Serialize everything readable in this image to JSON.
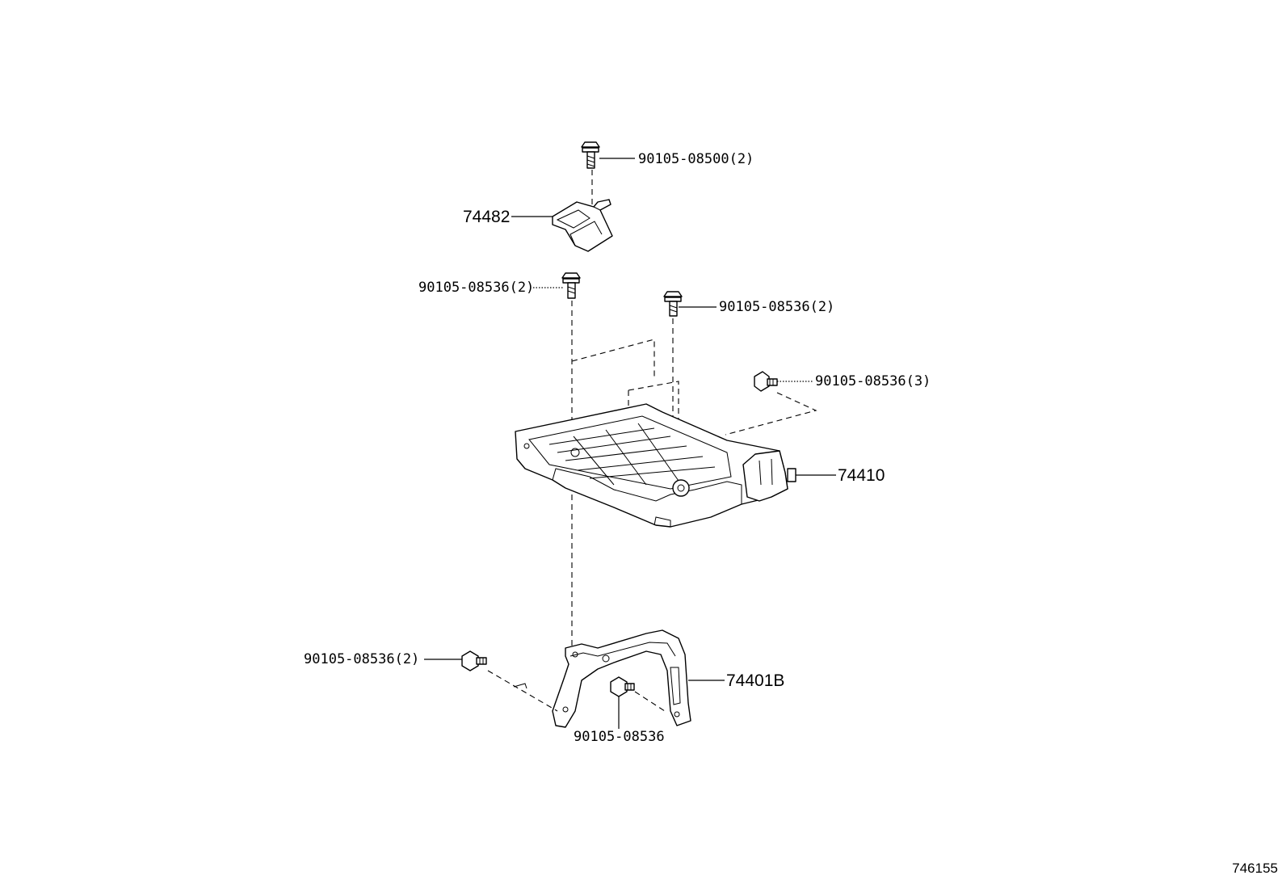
{
  "diagram": {
    "drawing_id": "746155",
    "callouts": {
      "bolt_top": "90105-08500(2)",
      "bracket_top": "74482",
      "bolt_left_mid": "90105-08536(2)",
      "bolt_center_mid": "90105-08536(2)",
      "bolt_right": "90105-08536(3)",
      "tray": "74410",
      "bolt_lower_left": "90105-08536(2)",
      "bracket_lower": "74401B",
      "bolt_lower_center": "90105-08536"
    }
  }
}
